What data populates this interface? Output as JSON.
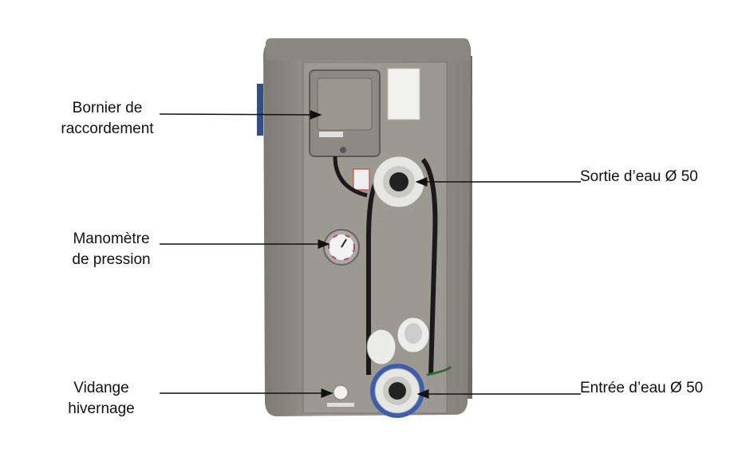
{
  "labels": {
    "terminal_block": [
      "Bornier de",
      "raccordement"
    ],
    "pressure_gauge": [
      "Manomètre",
      "de pression"
    ],
    "winter_drain": [
      "Vidange",
      "hivernage"
    ],
    "water_outlet": "Sortie d’eau Ø 50",
    "water_inlet": "Entrée d’eau Ø 50"
  },
  "colors": {
    "body": "#8f8c86",
    "panel": "#9a978f",
    "hose": "#1a1a1a",
    "fitting": "#e8e8e4",
    "blue_ring": "#3a5fb0"
  }
}
